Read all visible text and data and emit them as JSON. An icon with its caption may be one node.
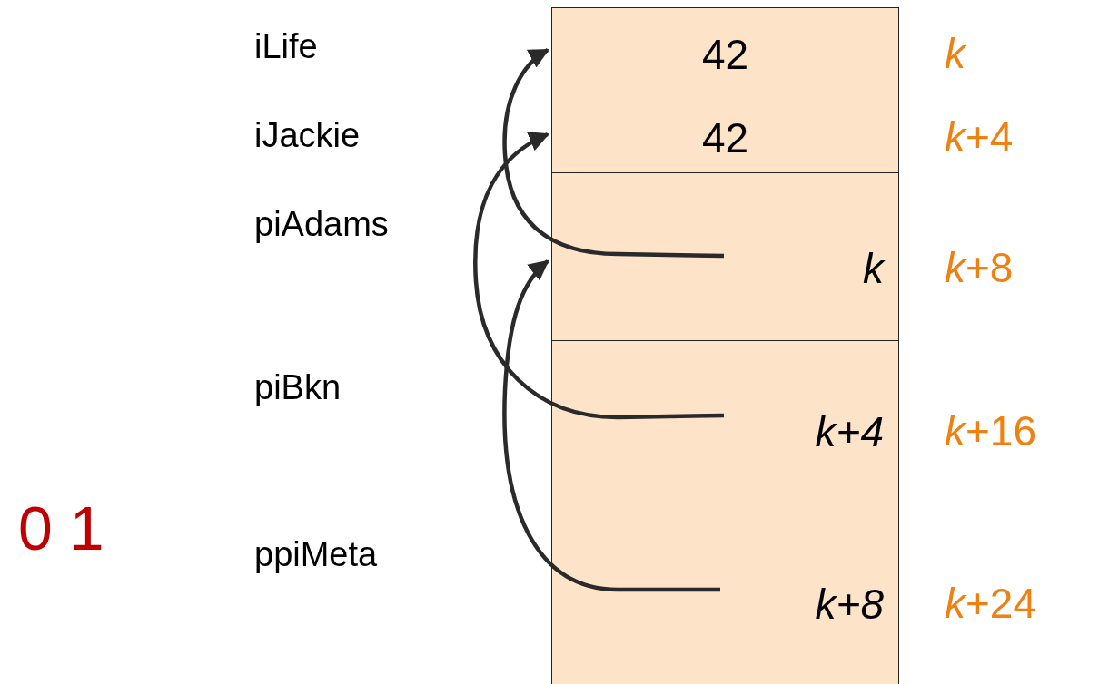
{
  "diagram": {
    "nodes": [
      {
        "text": [
          "42"
        ],
        "beside": [
          "*k*"
        ]
      },
      {
        "text": [
          "42"
        ],
        "beside": [
          "*k*+4"
        ]
      },
      {
        "text": [
          "k"
        ],
        "beside": [
          "*k*+8"
        ]
      },
      {
        "text": [
          "k+4"
        ],
        "beside": [
          "*k*+16"
        ]
      },
      {
        "text": [
          "k+8"
        ],
        "beside": [
          "*k*+24"
        ]
      }
    ],
    "edges": [
      {
        "from": 2,
        "to": 0,
        "arrow": "to"
      },
      {
        "from": 3,
        "to": 1,
        "arrow": "to"
      },
      {
        "from": 4,
        "to": 2,
        "arrow": "to"
      }
    ],
    "labels": [
      "iLife",
      "iJackie",
      "piAdams",
      "piBkn",
      "0 1",
      "ppiMeta"
    ]
  }
}
